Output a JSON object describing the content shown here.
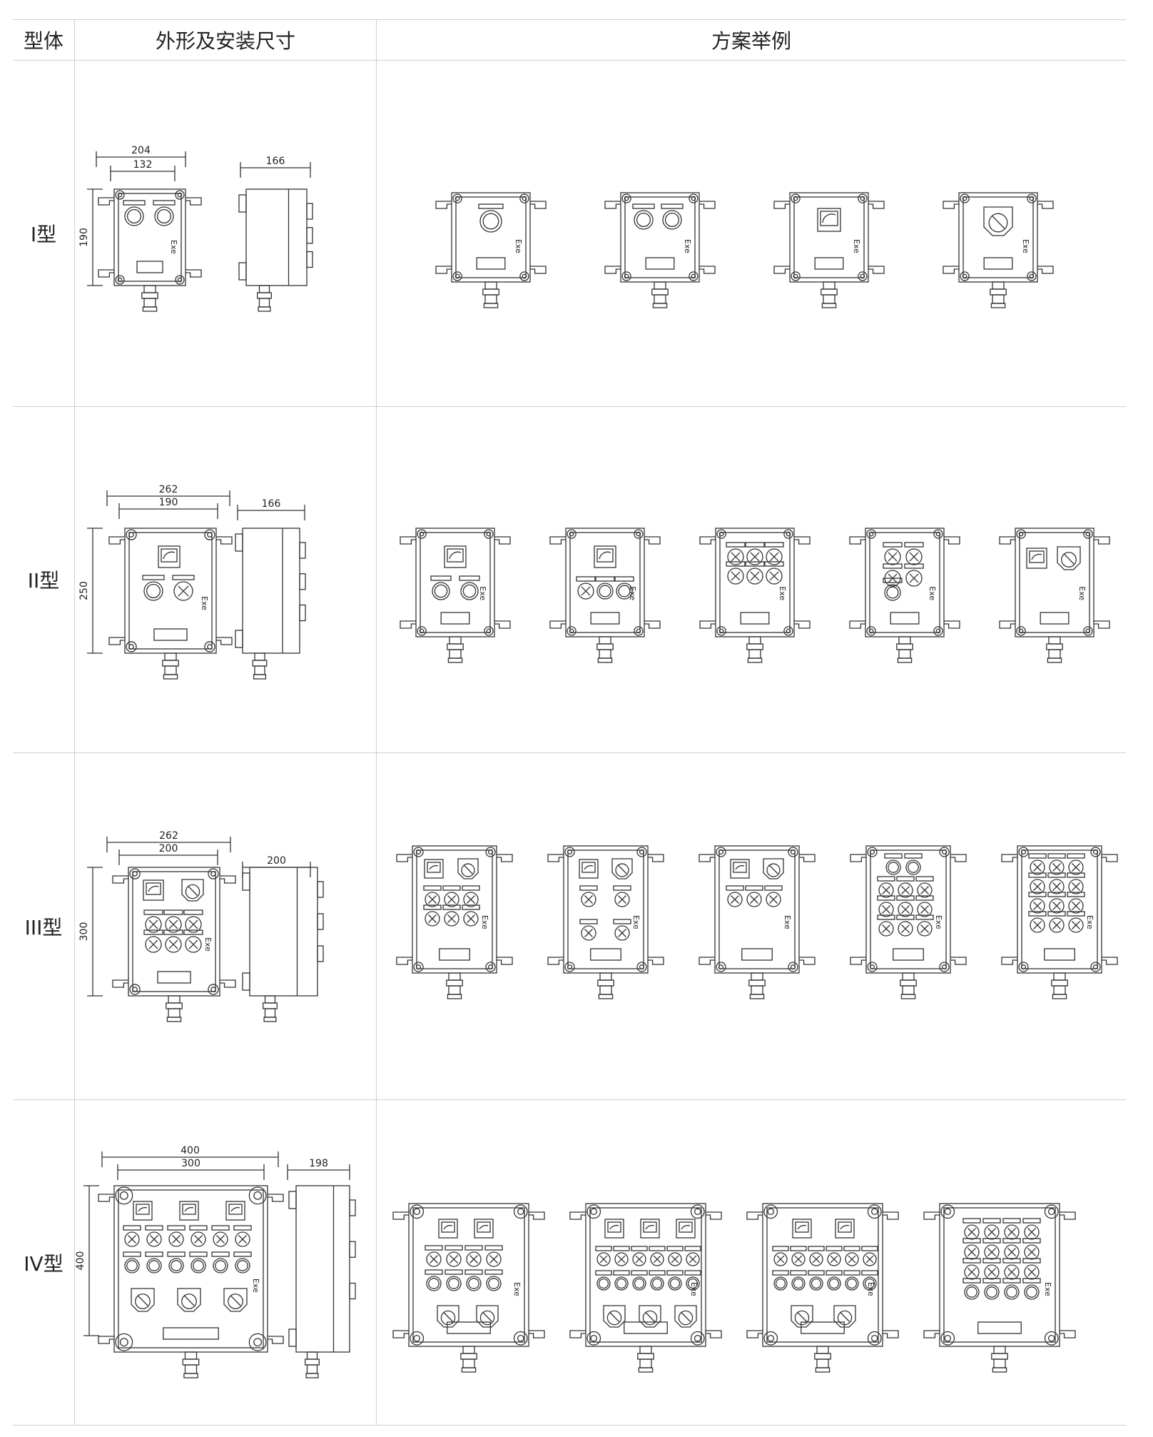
{
  "header": {
    "col_type": "型体",
    "col_dims": "外形及安装尺寸",
    "col_examples": "方案举例"
  },
  "rows": [
    {
      "label": "I型",
      "dims": {
        "outer_width": "204",
        "inner_width": "132",
        "height": "190",
        "depth": "166"
      },
      "example_count": 4
    },
    {
      "label": "II型",
      "dims": {
        "outer_width": "262",
        "inner_width": "190",
        "height": "250",
        "depth": "166"
      },
      "example_count": 5
    },
    {
      "label": "III型",
      "dims": {
        "outer_width": "262",
        "inner_width": "200",
        "height": "300",
        "depth": "200"
      },
      "example_count": 5
    },
    {
      "label": "IV型",
      "dims": {
        "outer_width": "400",
        "inner_width": "300",
        "height": "400",
        "depth": "198"
      },
      "example_count": 4
    }
  ],
  "marking": "Exe",
  "colors": {
    "line": "#333333",
    "grid": "#cfcfcf"
  }
}
